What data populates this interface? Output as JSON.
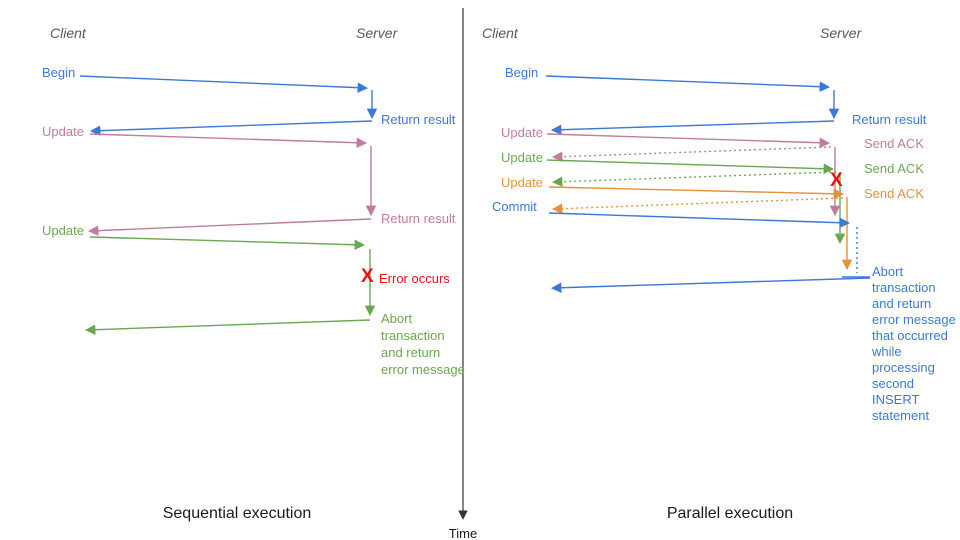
{
  "palette": {
    "blue": "#3c78d8",
    "pink": "#c27ba0",
    "green": "#6aa84f",
    "orange": "#e69138",
    "red": "#ee1111",
    "header_gray": "#595959",
    "axis_gray": "#333333"
  },
  "time_axis": {
    "label": "Time"
  },
  "left": {
    "caption": "Sequential execution",
    "client_header": "Client",
    "server_header": "Server",
    "begin": "Begin",
    "return_result_1": "Return result",
    "update_1": "Update",
    "return_result_2": "Return result",
    "update_2": "Update",
    "error_mark": "X",
    "error_label": "Error occurs",
    "abort_note": "Abort transaction and return error message"
  },
  "right": {
    "caption": "Parallel execution",
    "client_header": "Client",
    "server_header": "Server",
    "begin": "Begin",
    "return_result": "Return result",
    "update_1": "Update",
    "ack_1": "Send ACK",
    "update_2": "Update",
    "ack_2": "Send ACK",
    "update_3": "Update",
    "ack_3": "Send ACK",
    "commit": "Commit",
    "error_mark": "X",
    "abort_note": "Abort transaction and return error message that occurred while processing second INSERT statement"
  }
}
